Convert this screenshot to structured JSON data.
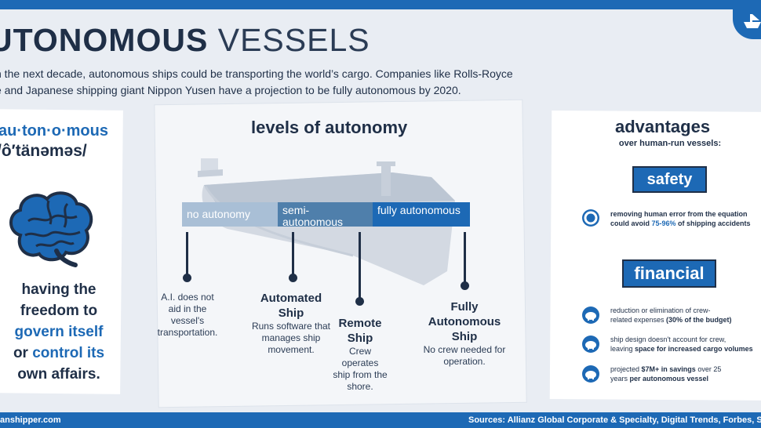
{
  "header": {
    "title_bold": "UTONOMOUS",
    "title_light": "VESSELS",
    "intro_line1": "n the next decade, autonomous ships could be transporting the world’s cargo. Companies like Rolls-Royce",
    "intro_line2": "e and Japanese shipping giant Nippon Yusen have a projection to be fully autonomous by 2020."
  },
  "definition": {
    "syllables": "au·ton·o·mous",
    "pronunciation": "/ô′tänəməs/",
    "line1": "having the",
    "line2": "freedom to",
    "line3": "govern itself",
    "line4_prefix": "or",
    "line4_highlight": "control its",
    "line5": "own affairs."
  },
  "levels": {
    "title": "levels of autonomy",
    "bar": [
      {
        "label": "no autonomy"
      },
      {
        "label": "semi-autonomous"
      },
      {
        "label": "fully autonomous"
      }
    ],
    "items": [
      {
        "heading": "",
        "text": "A.I. does not aid in the vessel's transportation."
      },
      {
        "heading": "Automated Ship",
        "text": "Runs software that manages ship movement."
      },
      {
        "heading": "Remote Ship",
        "text": "Crew operates ship from the shore."
      },
      {
        "heading": "Fully Autonomous Ship",
        "text": "No crew needed for operation."
      }
    ]
  },
  "advantages": {
    "title": "advantages",
    "subtitle": "over human-run vessels:",
    "safety": {
      "label": "safety",
      "line1_bold": "removing human error",
      "line1_rest": " from the equation",
      "line2_prefix": "could avoid ",
      "line2_blue": "75-96%",
      "line2_rest": " of shipping accidents"
    },
    "financial": {
      "label": "financial",
      "item1_line1": "reduction or elimination of crew-",
      "item1_line2_prefix": "related expenses ",
      "item1_line2_bold": "(30% of the budget)",
      "item2_line1": "ship design doesn't account for crew,",
      "item2_line2_prefix": "leaving ",
      "item2_line2_bold": "space for increased cargo volumes",
      "item3_line1_prefix": "projected ",
      "item3_line1_bold": "$7M+ in savings",
      "item3_line1_rest": " over 25",
      "item3_line2_prefix": "years ",
      "item3_line2_bold": "per autonomous vessel"
    }
  },
  "footer": {
    "site": "anshipper.com",
    "sources": "Sources: Allianz Global Corporate & Specialty, Digital Trends, Forbes, Sim"
  },
  "colors": {
    "brand_blue": "#1d69b5",
    "navy": "#1f2f47",
    "background": "#e9edf3"
  }
}
